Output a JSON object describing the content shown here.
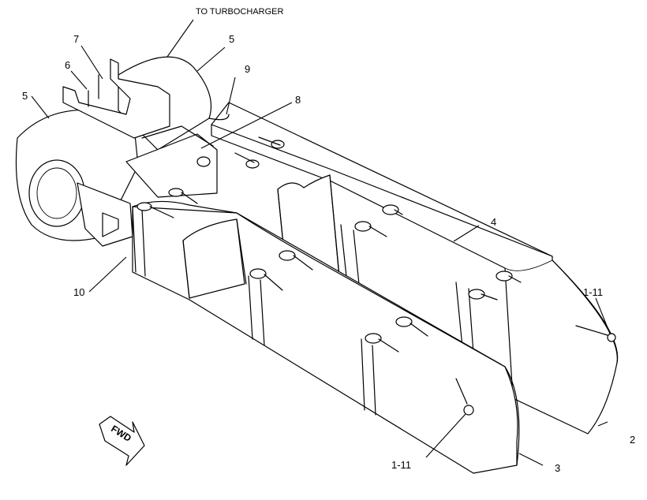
{
  "labels": {
    "to_turbocharger": "TO TURBOCHARGER",
    "c1": "1-11",
    "c2": "1-11",
    "c_2": "2",
    "c_3": "3",
    "c_4": "4",
    "c_5a": "5",
    "c_5b": "5",
    "c_6": "6",
    "c_7": "7",
    "c_8": "8",
    "c_9": "9",
    "c_10": "10",
    "fwd": "FWD"
  }
}
